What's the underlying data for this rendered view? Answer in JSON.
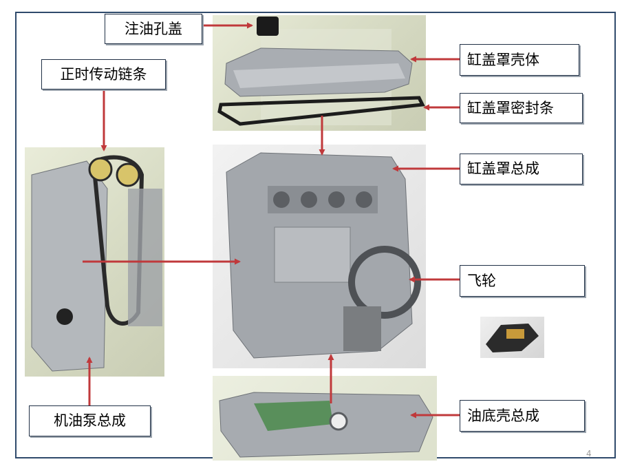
{
  "labels": {
    "oil_filler_cap": "注油孔盖",
    "timing_chain": "正时传动链条",
    "valve_cover_shell": "缸盖罩壳体",
    "valve_cover_gasket": "缸盖罩密封条",
    "valve_cover_assembly": "缸盖罩总成",
    "flywheel": "飞轮",
    "oil_pump_assembly": "机油泵总成",
    "oil_pan_assembly": "油底壳总成"
  },
  "page_number": "4",
  "colors": {
    "arrow": "#c0393b",
    "frame": "#2f4a6b",
    "label_border": "#1f2f45"
  }
}
